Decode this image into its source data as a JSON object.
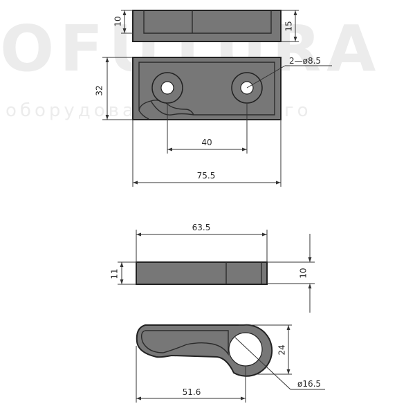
{
  "watermark": {
    "brand": "OFUTURA",
    "tagline": "оборудования будущего"
  },
  "dimensions": {
    "top_view_height": "10",
    "top_view_side_height": "15",
    "front_height": "32",
    "hole_spec": "2—ø8.5",
    "hole_spacing": "40",
    "total_length": "75.5",
    "side_length": "63.5",
    "side_left_height": "11",
    "side_right_height": "10",
    "hook_height": "24",
    "hook_hole": "ø16.5",
    "hook_length": "51.6"
  },
  "colors": {
    "part_fill": "#777777",
    "outline": "#222222",
    "background": "#ffffff"
  }
}
